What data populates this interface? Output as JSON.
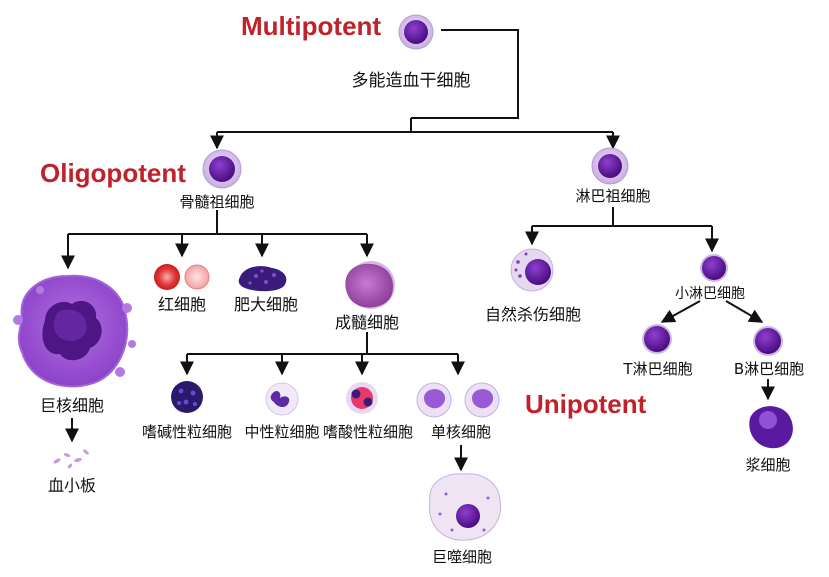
{
  "potency": {
    "multipotent": "Multipotent",
    "oligopotent": "Oligopotent",
    "unipotent": "Unipotent"
  },
  "cells": {
    "hsc": "多能造血干细胞",
    "myeloid_progenitor": "骨髓祖细胞",
    "lymphoid_progenitor": "淋巴祖细胞",
    "megakaryocyte": "巨核细胞",
    "platelet": "血小板",
    "erythrocyte": "红细胞",
    "mast_cell": "肥大细胞",
    "myeloblast": "成髓细胞",
    "basophil": "嗜碱性粒细胞",
    "neutrophil": "中性粒细胞",
    "eosinophil": "嗜酸性粒细胞",
    "monocyte": "单核细胞",
    "macrophage": "巨噬细胞",
    "nk_cell": "自然杀伤细胞",
    "small_lymphocyte": "小淋巴细胞",
    "t_cell": "T淋巴细胞",
    "b_cell": "B淋巴细胞",
    "plasma_cell": "浆细胞"
  },
  "colors": {
    "potency_text": "#c0222a",
    "cell_purple": "#6b1fa6",
    "cell_halo": "#d8c3ea",
    "line": "#111111"
  }
}
